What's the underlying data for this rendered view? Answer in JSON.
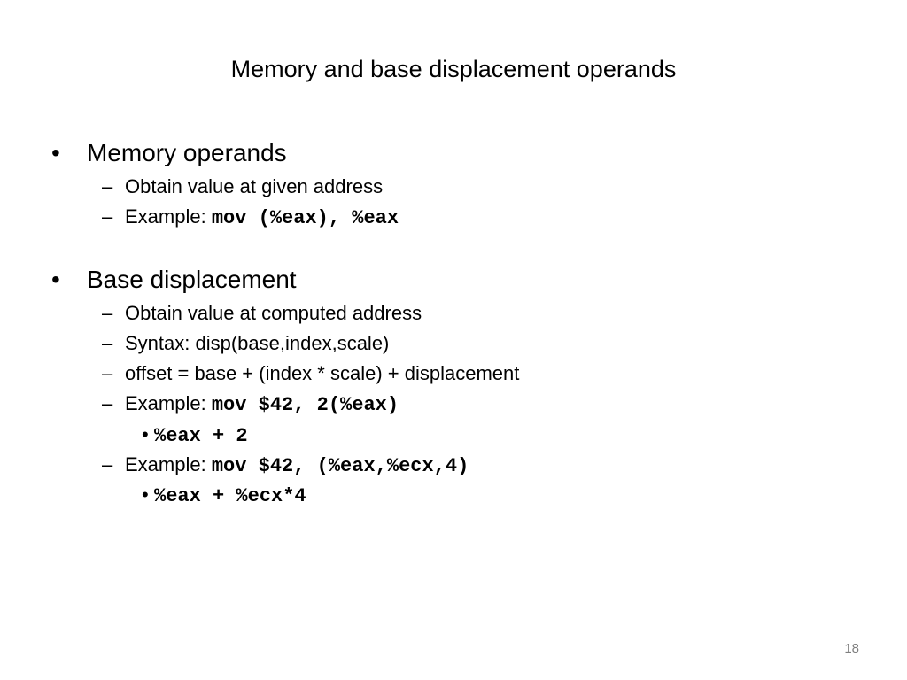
{
  "slide": {
    "title": "Memory and base displacement operands",
    "page_number": "18",
    "bullet_glyph": "•",
    "dash_glyph": "–",
    "sections": [
      {
        "heading": "Memory operands",
        "items": [
          {
            "text": "Obtain value at given address"
          },
          {
            "text": "Example: ",
            "code": "mov (%eax), %eax"
          }
        ]
      },
      {
        "heading": "Base displacement",
        "items": [
          {
            "text": "Obtain value at computed address"
          },
          {
            "text": "Syntax: disp(base,index,scale)"
          },
          {
            "text": "offset = base + (index * scale) + displacement"
          },
          {
            "text": "Example: ",
            "code": "mov $42, 2(%eax)",
            "sub": "%eax + 2"
          },
          {
            "text": "Example: ",
            "code": "mov $42, (%eax,%ecx,4)",
            "sub": "%eax + %ecx*4"
          }
        ]
      }
    ]
  }
}
